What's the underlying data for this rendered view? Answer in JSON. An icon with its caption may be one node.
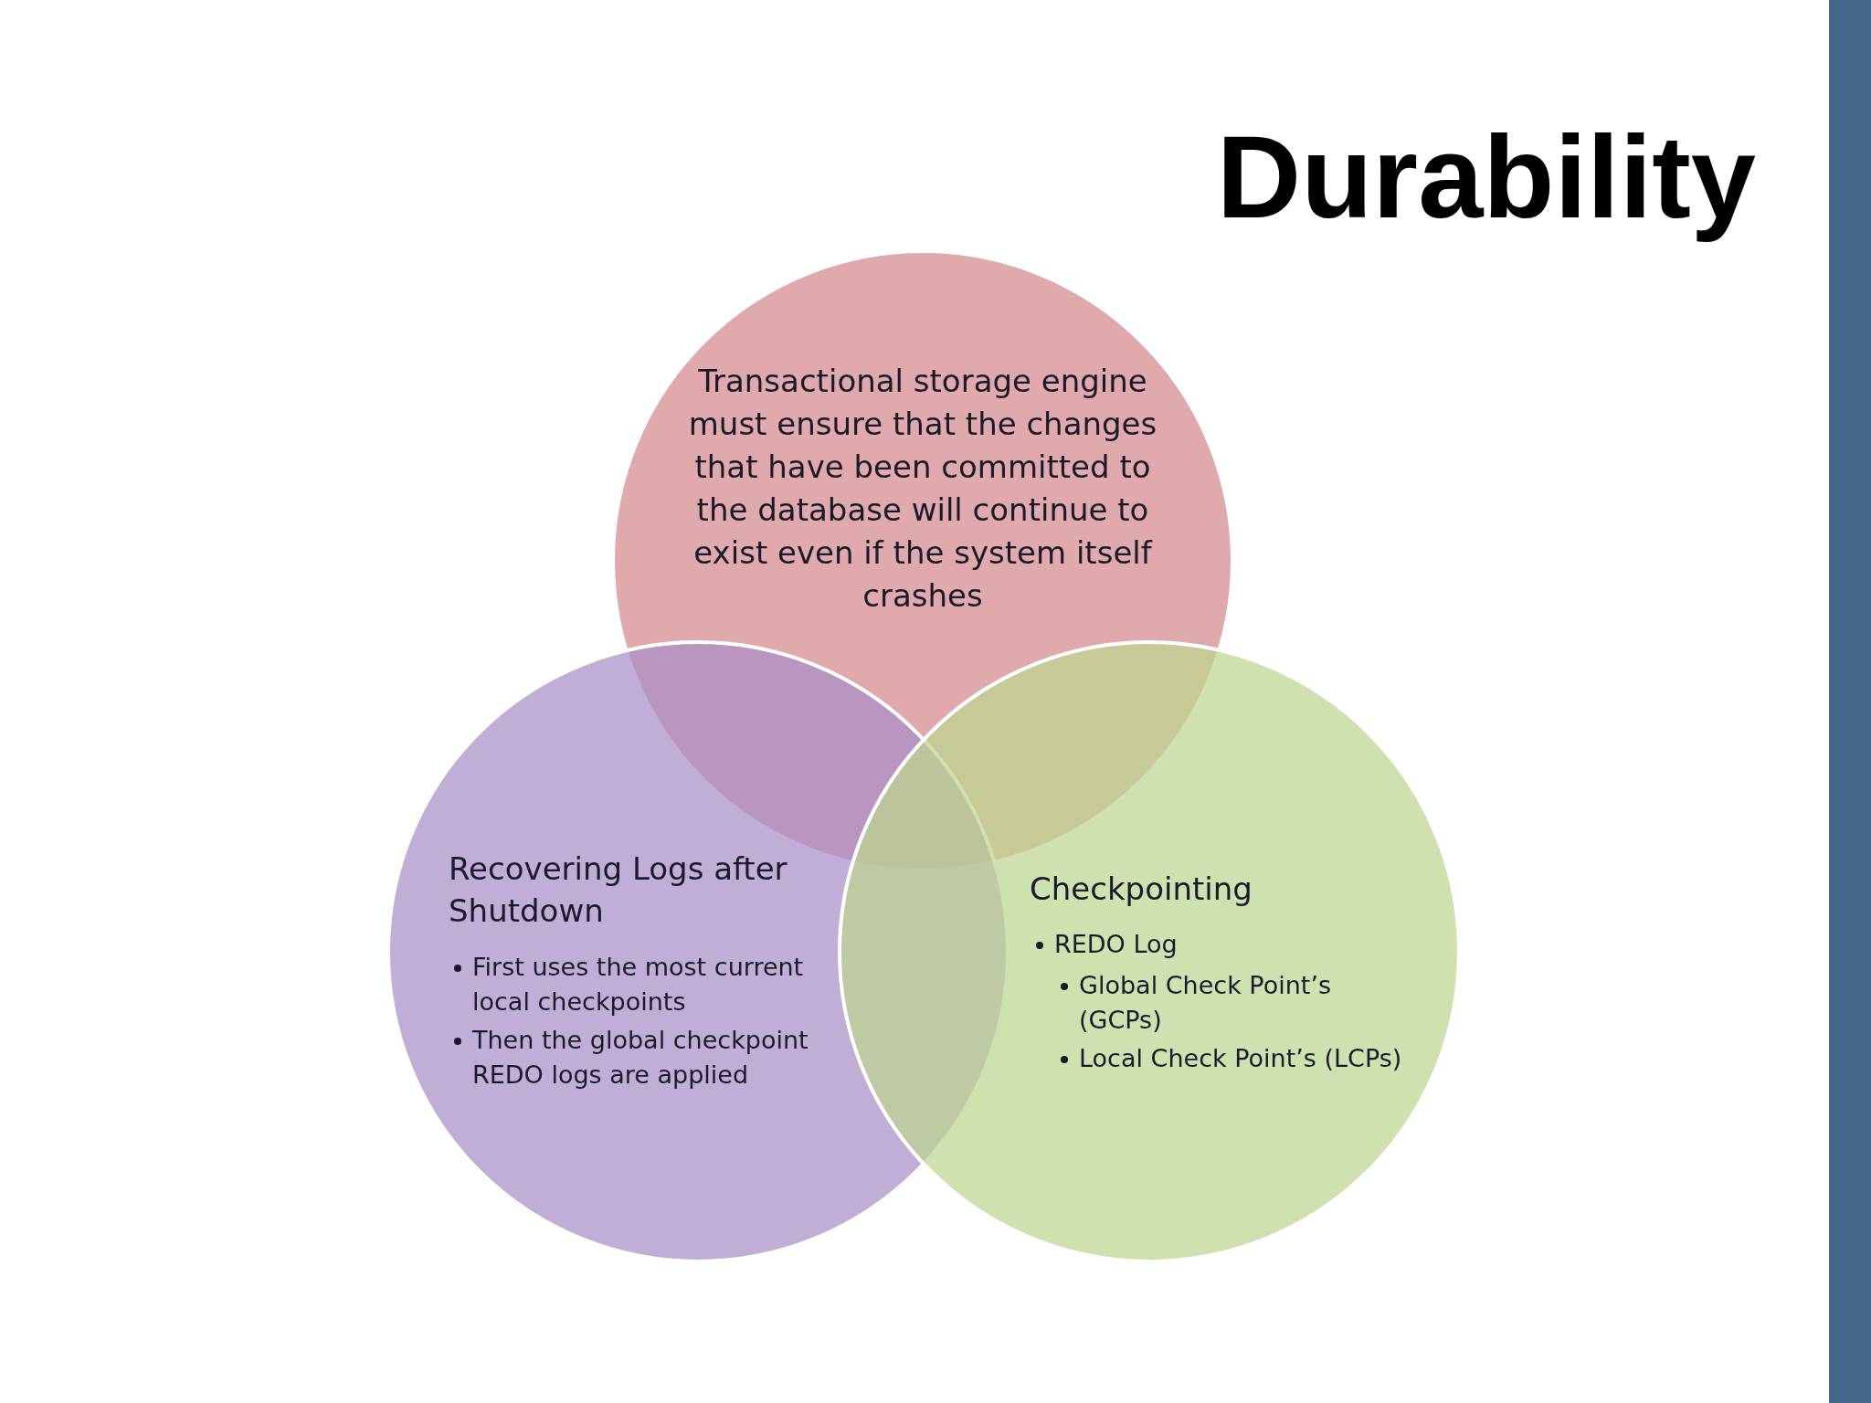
{
  "diagram": {
    "title": "Durability",
    "nodes": [
      {
        "text": [
          "Transactional storage engine must ensure that the changes that have been committed to the database will continue to exist even if the system itself crashes"
        ]
      },
      {
        "text": [
          "Recovering Logs after Shutdown",
          "First uses the most current local checkpoints",
          "Then the global checkpoint REDO logs are applied"
        ]
      },
      {
        "text": [
          "Checkpointing",
          "REDO Log",
          "Global Check Point’s (GCPs)",
          "Local Check Point’s (LCPs)"
        ]
      }
    ],
    "edges": []
  }
}
